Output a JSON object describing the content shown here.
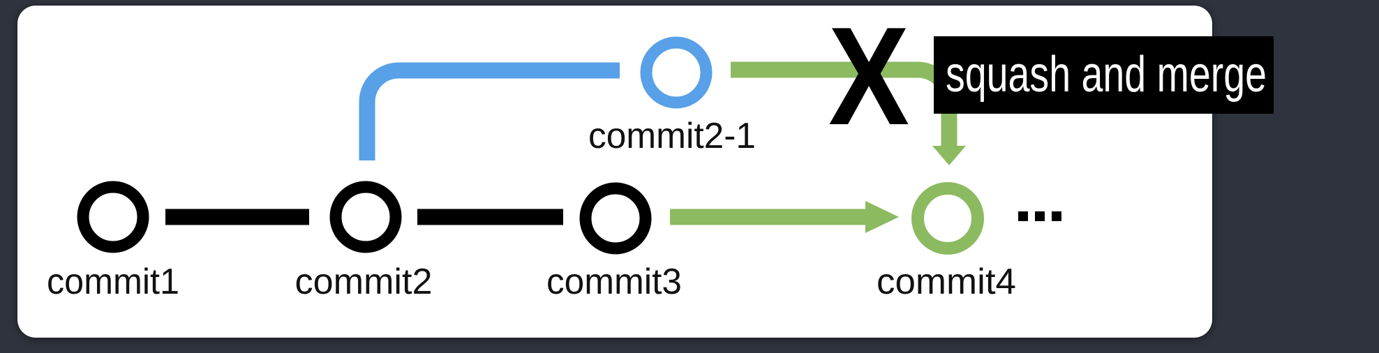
{
  "canvas": {
    "background": "#2f333d",
    "card_background": "#ffffff"
  },
  "colors": {
    "main_branch": "#000000",
    "feature_branch": "#58a0e8",
    "merge_green": "#8cba60",
    "label_text": "#111111",
    "annotation_bg": "#000000",
    "annotation_text": "#ffffff",
    "x_marker": "#000000",
    "ellipsis_dots": "#000000"
  },
  "diagram": {
    "commits": [
      {
        "id": "commit1",
        "label": "commit1"
      },
      {
        "id": "commit2",
        "label": "commit2"
      },
      {
        "id": "commit3",
        "label": "commit3"
      },
      {
        "id": "commit4",
        "label": "commit4"
      },
      {
        "id": "commit2-1",
        "label": "commit2-1"
      }
    ],
    "annotation": "squash and merge",
    "blocked_marker": "X",
    "ellipsis": "..."
  }
}
